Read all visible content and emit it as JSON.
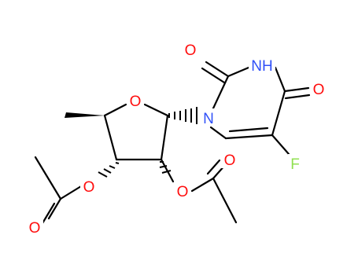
{
  "molecule": {
    "atom_labels": {
      "O_ring": "O",
      "N1": "N",
      "N3": "NH",
      "O2": "O",
      "O4": "O",
      "F": "F",
      "O_ester_right": "O",
      "O_ester_left": "O",
      "O_carbonyl_right": "O",
      "O_carbonyl_left": "O"
    },
    "colors": {
      "bond": "#000000",
      "oxygen": "#ff0d0d",
      "nitrogen": "#3050f8",
      "fluorine": "#90e050"
    }
  }
}
